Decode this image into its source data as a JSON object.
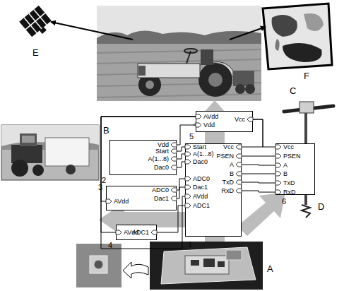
{
  "diagram": {
    "nodes": [
      {
        "text": [
          "5",
          "AVdd",
          "Vdd",
          "Vcc"
        ]
      },
      {
        "text": [
          "2",
          "Vdd",
          "Start",
          "A(1...8)",
          "Dac0"
        ]
      },
      {
        "text": [
          "1",
          "Start",
          "A(1...8)",
          "Dac0",
          "ADC0",
          "Dac1",
          "AVdd",
          "ADC1",
          "Vcc",
          "PSEN",
          "A",
          "B",
          "TxD",
          "RxD"
        ]
      },
      {
        "text": [
          "6",
          "Vcc",
          "PSEN",
          "A",
          "B",
          "TxD",
          "RxD"
        ]
      },
      {
        "text": [
          "3",
          "ADC0",
          "Dac1",
          "AVdd"
        ]
      },
      {
        "text": [
          "4",
          "AVdd",
          "ADC1"
        ]
      }
    ],
    "edges": [
      {
        "from": 0,
        "to": 1,
        "arrow": "none"
      },
      {
        "from": 0,
        "to": 4,
        "arrow": "none"
      },
      {
        "from": 0,
        "to": 5,
        "arrow": "none"
      },
      {
        "from": 0,
        "to": 2,
        "arrow": "none"
      },
      {
        "from": 0,
        "to": 3,
        "arrow": "none"
      },
      {
        "from": 1,
        "to": 2,
        "arrow": "none"
      },
      {
        "from": 4,
        "to": 2,
        "arrow": "none"
      },
      {
        "from": 5,
        "to": 2,
        "arrow": "none"
      },
      {
        "from": 2,
        "to": 3,
        "arrow": "none"
      }
    ],
    "labels": [
      "E",
      "F",
      "C",
      "B",
      "D",
      "A"
    ]
  }
}
